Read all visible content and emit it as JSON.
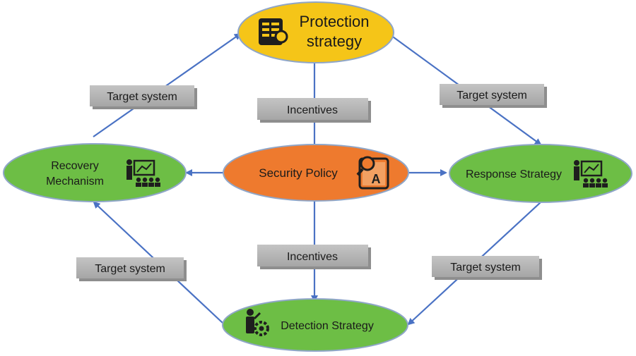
{
  "nodes": {
    "protection": {
      "line1": "Protection",
      "line2": "strategy",
      "icon": "strategy-document-icon",
      "fill": "#F5C518",
      "stroke": "#8FA6C8"
    },
    "security": {
      "label": "Security Policy",
      "icon": "policy-search-icon",
      "fill": "#EE7A2E",
      "stroke": "#8FA6C8"
    },
    "recovery": {
      "line1": "Recovery",
      "line2": "Mechanism",
      "icon": "presentation-audience-icon",
      "fill": "#6DBE45",
      "stroke": "#8FA6C8"
    },
    "response": {
      "label": "Response Strategy",
      "icon": "presentation-audience-icon",
      "fill": "#6DBE45",
      "stroke": "#8FA6C8"
    },
    "detection": {
      "label": "Detection Strategy",
      "icon": "person-gear-icon",
      "fill": "#6DBE45",
      "stroke": "#8FA6C8"
    }
  },
  "boxes": {
    "target_top_left": "Target system",
    "target_top_right": "Target system",
    "target_bottom_left": "Target system",
    "target_bottom_right": "Target system",
    "incentives_top": "Incentives",
    "incentives_bottom": "Incentives"
  },
  "colors": {
    "arrow": "#4A72C4",
    "box_fill": "#B4B4B4",
    "box_shadow": "#8E8E8E"
  }
}
